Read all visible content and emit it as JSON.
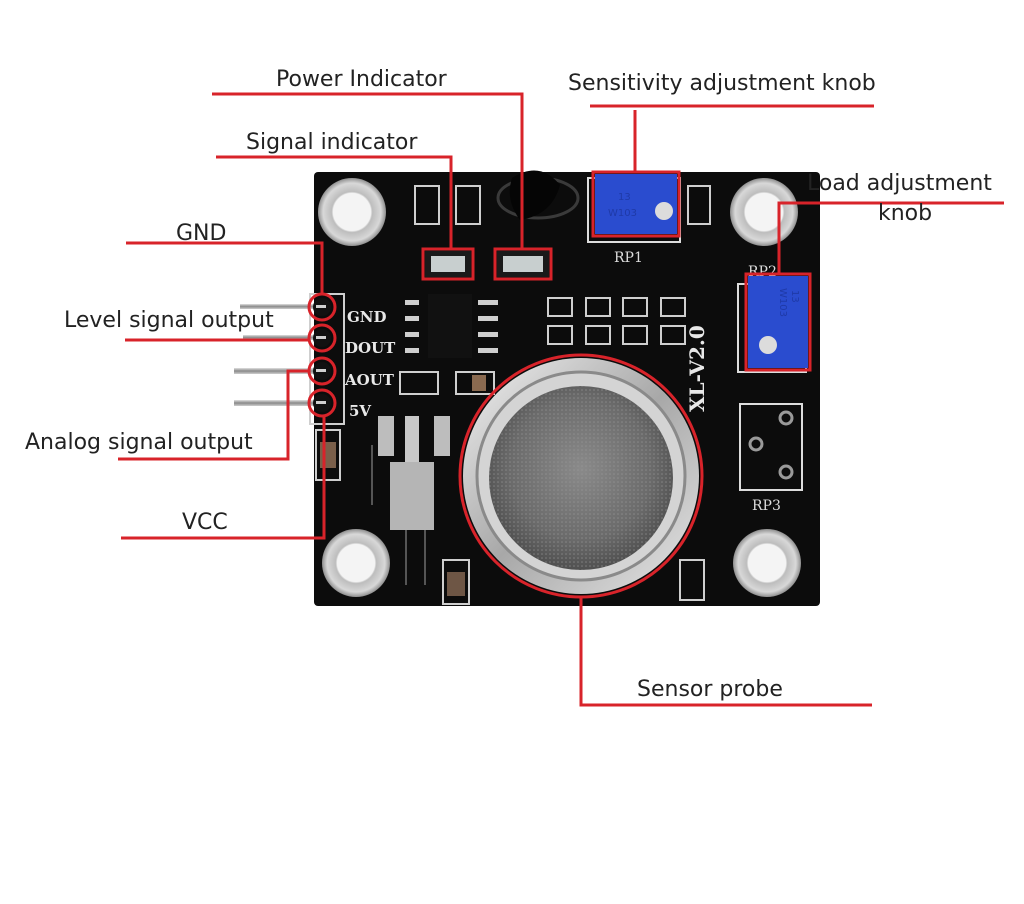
{
  "figure": {
    "title": "Gas sensor module pinout diagram",
    "colors": {
      "callout_line": "#d8232a",
      "pcb": "#0c0c0c",
      "silkscreen": "#e8e8e8",
      "potentiometer": "#2a4ccf",
      "metal": "#c9c9c9",
      "label_text": "#222222"
    }
  },
  "callouts": [
    {
      "id": "power-indicator",
      "label": "Power Indicator"
    },
    {
      "id": "signal-indicator",
      "label": "Signal indicator"
    },
    {
      "id": "sensitivity-knob",
      "label": "Sensitivity adjustment knob"
    },
    {
      "id": "load-knob",
      "label_line1": "Load adjustment",
      "label_line2": "knob"
    },
    {
      "id": "gnd",
      "label": "GND"
    },
    {
      "id": "level-output",
      "label": "Level signal output"
    },
    {
      "id": "analog-output",
      "label": "Analog signal output"
    },
    {
      "id": "vcc",
      "label": "VCC"
    },
    {
      "id": "sensor-probe",
      "label": "Sensor probe"
    }
  ],
  "board": {
    "pins": [
      "GND",
      "DOUT",
      "AOUT",
      "5V"
    ],
    "version_marking": "XL-V2.0",
    "pot_labels": [
      "RP1",
      "RP2",
      "RP3"
    ],
    "pot_marking_top": "13",
    "pot_marking_bottom": "W103"
  }
}
